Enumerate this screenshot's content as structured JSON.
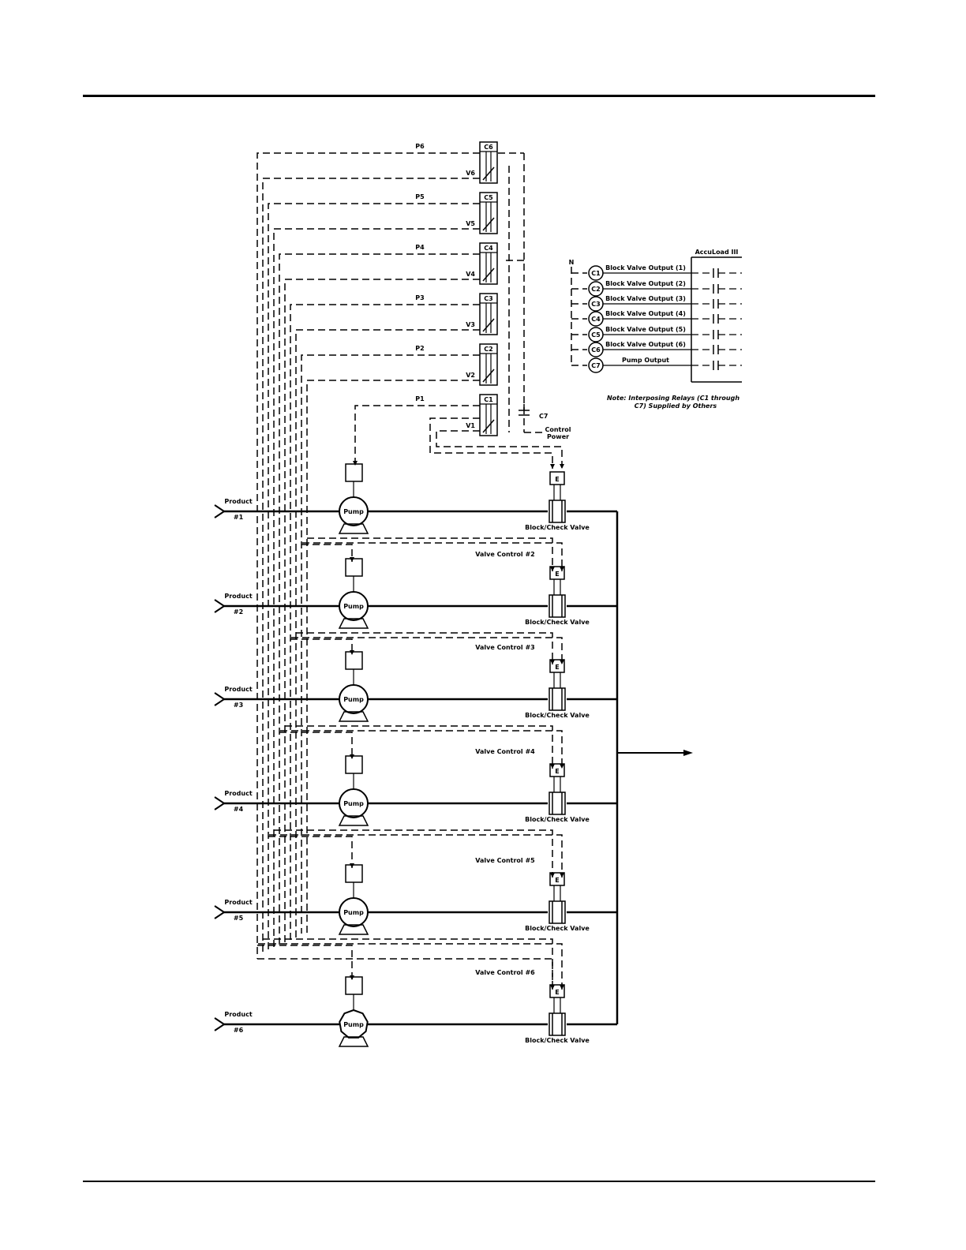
{
  "relays": [
    {
      "contact": "C6",
      "pump_label": "P6",
      "valve_label": "V6"
    },
    {
      "contact": "C5",
      "pump_label": "P5",
      "valve_label": "V5"
    },
    {
      "contact": "C4",
      "pump_label": "P4",
      "valve_label": "V4"
    },
    {
      "contact": "C3",
      "pump_label": "P3",
      "valve_label": "V3"
    },
    {
      "contact": "C2",
      "pump_label": "P2",
      "valve_label": "V2"
    },
    {
      "contact": "C1",
      "pump_label": "P1",
      "valve_label": "V1"
    }
  ],
  "c7_label": "C7",
  "control_power_line1": "Control",
  "control_power_line2": "Power",
  "legend": {
    "title": "AccuLoad III",
    "neutral_label": "N",
    "outputs": [
      {
        "code": "C1",
        "label": "Block Valve Output (1)"
      },
      {
        "code": "C2",
        "label": "Block Valve Output (2)"
      },
      {
        "code": "C3",
        "label": "Block Valve Output (3)"
      },
      {
        "code": "C4",
        "label": "Block Valve Output (4)"
      },
      {
        "code": "C5",
        "label": "Block Valve Output (5)"
      },
      {
        "code": "C6",
        "label": "Block Valve Output (6)"
      },
      {
        "code": "C7",
        "label": "Pump Output"
      }
    ],
    "note_line1": "Note: Interposing Relays (C1 through",
    "note_line2": "C7) Supplied by Others"
  },
  "lanes": [
    {
      "product_line1": "Product",
      "product_line2": "#1",
      "pump_label": "Pump",
      "actuator_label": "E",
      "valve_label": "Block/Check Valve",
      "valve_control_label": ""
    },
    {
      "product_line1": "Product",
      "product_line2": "#2",
      "pump_label": "Pump",
      "actuator_label": "E",
      "valve_label": "Block/Check Valve",
      "valve_control_label": "Valve Control #2"
    },
    {
      "product_line1": "Product",
      "product_line2": "#3",
      "pump_label": "Pump",
      "actuator_label": "E",
      "valve_label": "Block/Check Valve",
      "valve_control_label": "Valve Control #3"
    },
    {
      "product_line1": "Product",
      "product_line2": "#4",
      "pump_label": "Pump",
      "actuator_label": "E",
      "valve_label": "Block/Check Valve",
      "valve_control_label": "Valve Control #4"
    },
    {
      "product_line1": "Product",
      "product_line2": "#5",
      "pump_label": "Pump",
      "actuator_label": "E",
      "valve_label": "Block/Check Valve",
      "valve_control_label": "Valve Control #5"
    },
    {
      "product_line1": "Product",
      "product_line2": "#6",
      "pump_label": "Pump",
      "actuator_label": "E",
      "valve_label": "Block/Check Valve",
      "valve_control_label": "Valve Control #6"
    }
  ]
}
